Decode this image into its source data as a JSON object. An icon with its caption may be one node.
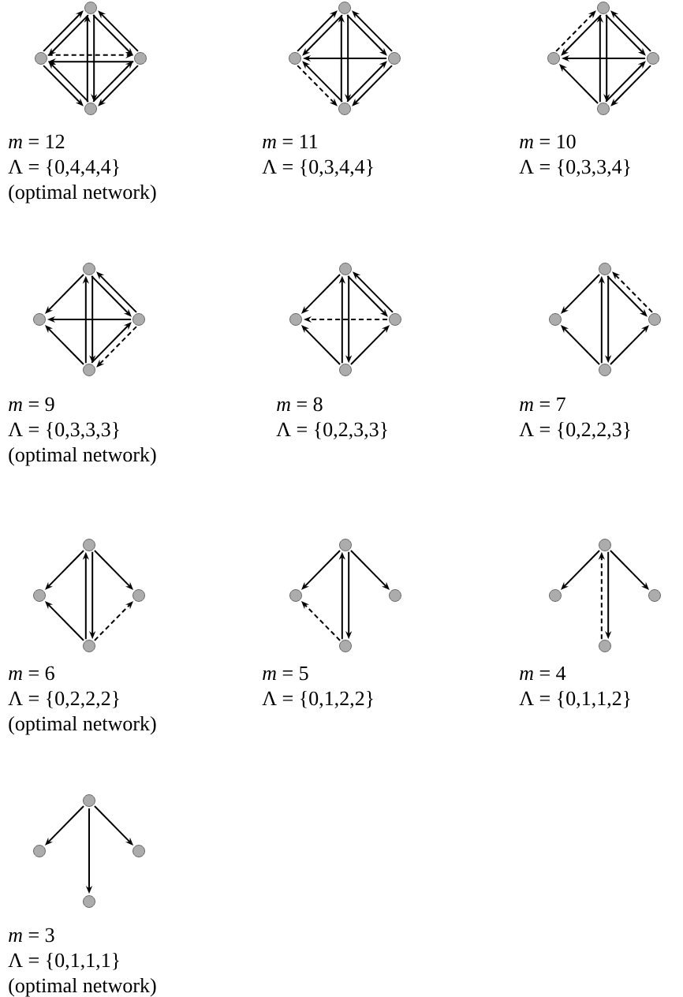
{
  "diagram": {
    "nodes": [
      {
        "text": [],
        "shape": "circle"
      },
      {
        "text": [],
        "shape": "circle"
      },
      {
        "text": [],
        "shape": "circle"
      },
      {
        "text": [],
        "shape": "circle"
      },
      {
        "text": [],
        "shape": "circle"
      },
      {
        "text": [],
        "shape": "circle"
      },
      {
        "text": [],
        "shape": "circle"
      },
      {
        "text": [],
        "shape": "circle"
      },
      {
        "text": [],
        "shape": "circle"
      },
      {
        "text": [],
        "shape": "circle"
      },
      {
        "text": [],
        "shape": "circle"
      },
      {
        "text": [],
        "shape": "circle"
      },
      {
        "text": [],
        "shape": "circle"
      },
      {
        "text": [],
        "shape": "circle"
      },
      {
        "text": [],
        "shape": "circle"
      },
      {
        "text": [],
        "shape": "circle"
      },
      {
        "text": [],
        "shape": "circle"
      },
      {
        "text": [],
        "shape": "circle"
      },
      {
        "text": [],
        "shape": "circle"
      },
      {
        "text": [],
        "shape": "circle"
      },
      {
        "text": [],
        "shape": "circle"
      },
      {
        "text": [],
        "shape": "circle"
      },
      {
        "text": [],
        "shape": "circle"
      },
      {
        "text": [],
        "shape": "circle"
      },
      {
        "text": [],
        "shape": "circle"
      },
      {
        "text": [],
        "shape": "circle"
      },
      {
        "text": [],
        "shape": "circle"
      },
      {
        "text": [],
        "shape": "circle"
      },
      {
        "text": [],
        "shape": "circle"
      },
      {
        "text": [],
        "shape": "circle"
      },
      {
        "text": [],
        "shape": "circle"
      },
      {
        "text": [],
        "shape": "circle"
      },
      {
        "text": [],
        "shape": "circle"
      },
      {
        "text": [],
        "shape": "circle"
      },
      {
        "text": [],
        "shape": "circle"
      },
      {
        "text": [],
        "shape": "circle"
      },
      {
        "text": [],
        "shape": "circle"
      },
      {
        "text": [],
        "shape": "circle"
      },
      {
        "text": [],
        "shape": "circle"
      },
      {
        "text": [],
        "shape": "circle"
      }
    ],
    "edges": [
      {
        "from": 0,
        "to": 1,
        "arrow": "to"
      },
      {
        "from": 1,
        "to": 0,
        "arrow": "to"
      },
      {
        "from": 0,
        "to": 2,
        "arrow": "to"
      },
      {
        "from": 2,
        "to": 0,
        "arrow": "to"
      },
      {
        "from": 0,
        "to": 3,
        "arrow": "to"
      },
      {
        "from": 3,
        "to": 0,
        "arrow": "to"
      },
      {
        "from": 1,
        "to": 2,
        "arrow": "to",
        "style": "dashed"
      },
      {
        "from": 2,
        "to": 1,
        "arrow": "to"
      },
      {
        "from": 1,
        "to": 3,
        "arrow": "to"
      },
      {
        "from": 3,
        "to": 1,
        "arrow": "to"
      },
      {
        "from": 2,
        "to": 3,
        "arrow": "to"
      },
      {
        "from": 3,
        "to": 2,
        "arrow": "to"
      },
      {
        "from": 5,
        "to": 4,
        "arrow": "to"
      },
      {
        "from": 4,
        "to": 5,
        "arrow": "to"
      },
      {
        "from": 4,
        "to": 6,
        "arrow": "to"
      },
      {
        "from": 6,
        "to": 4,
        "arrow": "to"
      },
      {
        "from": 4,
        "to": 7,
        "arrow": "to"
      },
      {
        "from": 7,
        "to": 4,
        "arrow": "to"
      },
      {
        "from": 6,
        "to": 5,
        "arrow": "to"
      },
      {
        "from": 5,
        "to": 7,
        "arrow": "to",
        "style": "dashed"
      },
      {
        "from": 7,
        "to": 5,
        "arrow": "to"
      },
      {
        "from": 6,
        "to": 7,
        "arrow": "to"
      },
      {
        "from": 7,
        "to": 6,
        "arrow": "to"
      },
      {
        "from": 9,
        "to": 8,
        "arrow": "to",
        "style": "dashed"
      },
      {
        "from": 8,
        "to": 9,
        "arrow": "to"
      },
      {
        "from": 10,
        "to": 9,
        "arrow": "to"
      },
      {
        "from": 11,
        "to": 9,
        "arrow": "to"
      },
      {
        "from": 8,
        "to": 11,
        "arrow": "to"
      },
      {
        "from": 11,
        "to": 8,
        "arrow": "to"
      },
      {
        "from": 8,
        "to": 10,
        "arrow": "to"
      },
      {
        "from": 10,
        "to": 8,
        "arrow": "to"
      },
      {
        "from": 10,
        "to": 11,
        "arrow": "to"
      },
      {
        "from": 11,
        "to": 10,
        "arrow": "to"
      },
      {
        "from": 12,
        "to": 13,
        "arrow": "to"
      },
      {
        "from": 14,
        "to": 13,
        "arrow": "to"
      },
      {
        "from": 15,
        "to": 13,
        "arrow": "to"
      },
      {
        "from": 12,
        "to": 15,
        "arrow": "to"
      },
      {
        "from": 15,
        "to": 12,
        "arrow": "to"
      },
      {
        "from": 12,
        "to": 14,
        "arrow": "to"
      },
      {
        "from": 14,
        "to": 12,
        "arrow": "to"
      },
      {
        "from": 15,
        "to": 14,
        "arrow": "to"
      },
      {
        "from": 14,
        "to": 15,
        "arrow": "to",
        "style": "dashed"
      },
      {
        "from": 16,
        "to": 17,
        "arrow": "to"
      },
      {
        "from": 18,
        "to": 17,
        "arrow": "to",
        "style": "dashed"
      },
      {
        "from": 19,
        "to": 17,
        "arrow": "to"
      },
      {
        "from": 16,
        "to": 19,
        "arrow": "to"
      },
      {
        "from": 19,
        "to": 16,
        "arrow": "to"
      },
      {
        "from": 16,
        "to": 18,
        "arrow": "to"
      },
      {
        "from": 18,
        "to": 16,
        "arrow": "to"
      },
      {
        "from": 19,
        "to": 18,
        "arrow": "to"
      },
      {
        "from": 20,
        "to": 21,
        "arrow": "to"
      },
      {
        "from": 23,
        "to": 21,
        "arrow": "to"
      },
      {
        "from": 20,
        "to": 23,
        "arrow": "to"
      },
      {
        "from": 23,
        "to": 20,
        "arrow": "to"
      },
      {
        "from": 20,
        "to": 22,
        "arrow": "to"
      },
      {
        "from": 22,
        "to": 20,
        "arrow": "to",
        "style": "dashed"
      },
      {
        "from": 23,
        "to": 22,
        "arrow": "to"
      },
      {
        "from": 24,
        "to": 25,
        "arrow": "to"
      },
      {
        "from": 27,
        "to": 25,
        "arrow": "to"
      },
      {
        "from": 24,
        "to": 27,
        "arrow": "to"
      },
      {
        "from": 27,
        "to": 24,
        "arrow": "to"
      },
      {
        "from": 24,
        "to": 26,
        "arrow": "to"
      },
      {
        "from": 27,
        "to": 26,
        "arrow": "to",
        "style": "dashed"
      },
      {
        "from": 28,
        "to": 29,
        "arrow": "to"
      },
      {
        "from": 31,
        "to": 29,
        "arrow": "to",
        "style": "dashed"
      },
      {
        "from": 28,
        "to": 31,
        "arrow": "to"
      },
      {
        "from": 31,
        "to": 28,
        "arrow": "to"
      },
      {
        "from": 28,
        "to": 30,
        "arrow": "to"
      },
      {
        "from": 32,
        "to": 33,
        "arrow": "to"
      },
      {
        "from": 32,
        "to": 34,
        "arrow": "to"
      },
      {
        "from": 32,
        "to": 35,
        "arrow": "to"
      },
      {
        "from": 35,
        "to": 32,
        "arrow": "to",
        "style": "dashed"
      },
      {
        "from": 36,
        "to": 37,
        "arrow": "to"
      },
      {
        "from": 36,
        "to": 38,
        "arrow": "to"
      },
      {
        "from": 36,
        "to": 39,
        "arrow": "to"
      }
    ],
    "labels": [
      "*m* = 12",
      "Λ = {0,4,4,4}",
      "(optimal network)",
      "*m* = 11",
      "Λ = {0,3,4,4}",
      "*m* = 10",
      "Λ = {0,3,3,4}",
      "*m* = 9",
      "Λ = {0,3,3,3}",
      "(optimal network)",
      "*m* = 8",
      "Λ = {0,2,3,3}",
      "*m* = 7",
      "Λ = {0,2,2,3}",
      "*m* = 6",
      "Λ = {0,2,2,2}",
      "(optimal network)",
      "*m* = 5",
      "Λ = {0,1,2,2}",
      "*m* = 4",
      "Λ = {0,1,1,2}",
      "*m* = 3",
      "Λ = {0,1,1,1}",
      "(optimal network)"
    ]
  }
}
